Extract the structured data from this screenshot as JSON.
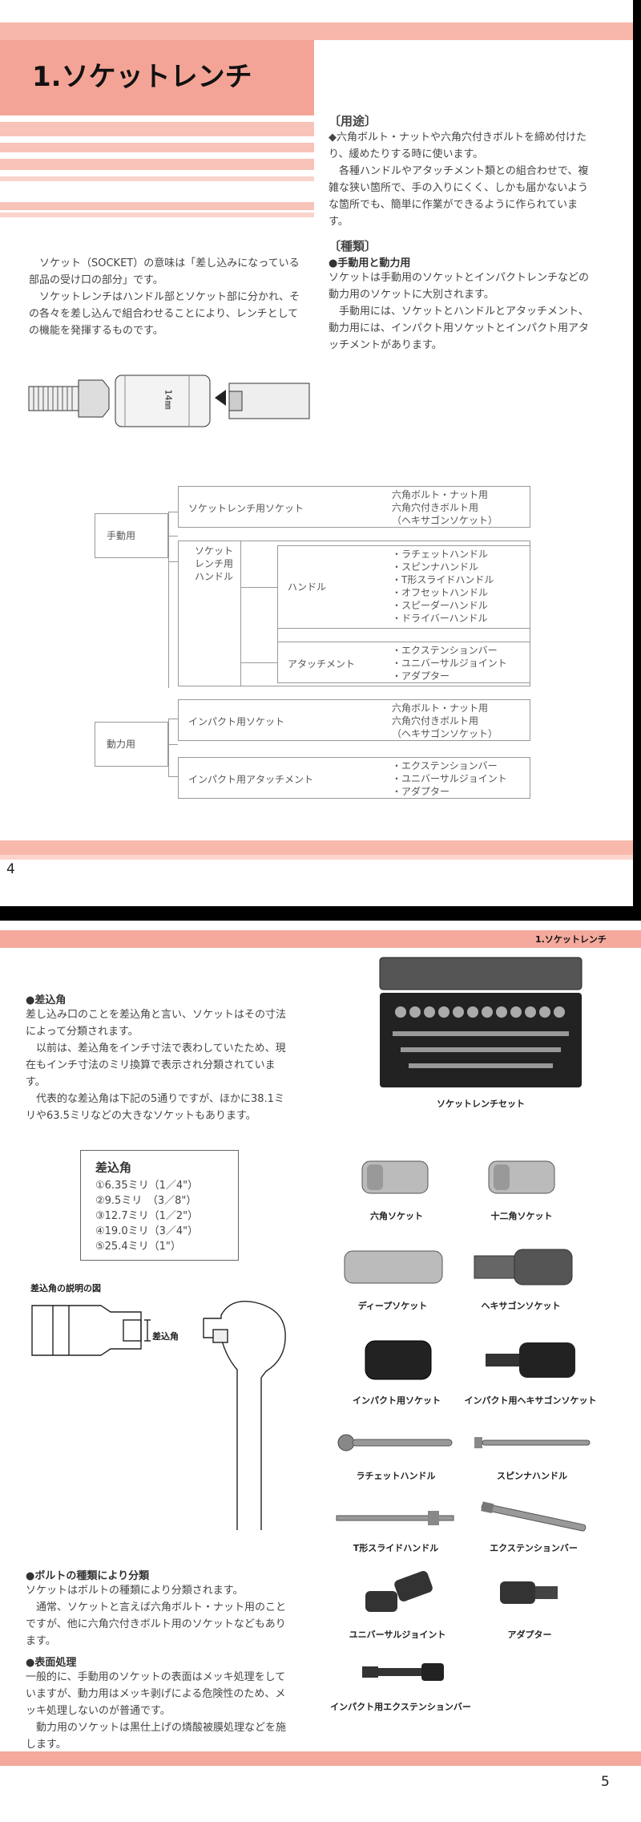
{
  "page4": {
    "title": "1.ソケットレンチ",
    "page_number": "4",
    "usage": {
      "heading": "〔用途〕",
      "p1": "◆六角ボルト・ナットや六角穴付きボルトを締め付けたり、緩めたりする時に使います。",
      "p2": "各種ハンドルやアタッチメント類との組合わせで、複雑な狭い箇所で、手の入りにくく、しかも届かないような箇所でも、簡単に作業ができるように作られています。"
    },
    "types": {
      "heading": "〔種類〕",
      "subheading": "●手動用と動力用",
      "p1": "ソケットは手動用のソケットとインパクトレンチなどの動力用のソケットに大別されます。",
      "p2": "手動用には、ソケットとハンドルとアタッチメント、動力用には、インパクト用ソケットとインパクト用アタッチメントがあります。"
    },
    "intro": {
      "p1": "ソケット（SOCKET）の意味は「差し込みになっている部品の受け口の部分」です。",
      "p2": "ソケットレンチはハンドル部とソケット部に分かれ、その各々を差し込んで組合わせることにより、レンチとしての機能を発揮するものです。"
    },
    "socket_label": "14㎜",
    "tree": {
      "manual": "手動用",
      "power": "動力用",
      "socket_for_wrench": "ソケットレンチ用ソケット",
      "socket_targets": [
        "六角ボルト・ナット用",
        "六角穴付きボルト用",
        "（ヘキサゴンソケット）"
      ],
      "wrench_handle": [
        "ソケット",
        "レンチ用",
        "ハンドル"
      ],
      "handle": "ハンドル",
      "handles": [
        "・ラチェットハンドル",
        "・スピンナハンドル",
        "・T形スライドハンドル",
        "・オフセットハンドル",
        "・スピーダーハンドル",
        "・ドライバーハンドル"
      ],
      "attachment": "アタッチメント",
      "attachments": [
        "・エクステンションバー",
        "・ユニバーサルジョイント",
        "・アダプター"
      ],
      "impact_socket": "インパクト用ソケット",
      "impact_socket_targets": [
        "六角ボルト・ナット用",
        "六角穴付きボルト用",
        "（ヘキサゴンソケット）"
      ],
      "impact_attachment": "インパクト用アタッチメント",
      "impact_attachments": [
        "・エクステンションバー",
        "・ユニバーサルジョイント",
        "・アダプター"
      ]
    }
  },
  "page5": {
    "header": "1.ソケットレンチ",
    "page_number": "5",
    "drive": {
      "heading": "●差込角",
      "p1": "差し込み口のことを差込角と言い、ソケットはその寸法によって分類されます。",
      "p2": "以前は、差込角をインチ寸法で表わしていたため、現在もインチ寸法のミリ換算で表示され分類されています。",
      "p3": "代表的な差込角は下記の5通りですが、ほかに38.1ミリや63.5ミリなどの大きなソケットもあります。"
    },
    "drive_box": {
      "title": "差込角",
      "items": [
        "①6.35ミリ（1／4\"）",
        "②9.5ミリ　（3／8\"）",
        "③12.7ミリ（1／2\"）",
        "④19.0ミリ（3／4\"）",
        "⑤25.4ミリ（1\"）"
      ]
    },
    "figure_caption": "差込角の説明の図",
    "figure_label": "差込角",
    "bolt": {
      "heading": "●ボルトの種類により分類",
      "p1": "ソケットはボルトの種類により分類されます。",
      "p2": "通常、ソケットと言えば六角ボルト・ナット用のことですが、他に六角穴付きボルト用のソケットなどもあります。"
    },
    "surface": {
      "heading": "●表面処理",
      "p1": "一般的に、手動用のソケットの表面はメッキ処理をしていますが、動力用はメッキ剥げによる危険性のため、メッキ処理しないのが普通です。",
      "p2": "動力用のソケットは黒仕上げの燐酸被膜処理などを施します。"
    },
    "captions": {
      "set": "ソケットレンチセット",
      "hex": "六角ソケット",
      "twelve": "十二角ソケット",
      "deep": "ディープソケット",
      "hexagon": "ヘキサゴンソケット",
      "impact": "インパクト用ソケット",
      "impact_hex": "インパクト用ヘキサゴンソケット",
      "ratchet": "ラチェットハンドル",
      "spinner": "スピンナハンドル",
      "tslide": "T形スライドハンドル",
      "extension": "エクステンションバー",
      "universal": "ユニバーサルジョイント",
      "adapter": "アダプター",
      "impact_ext": "インパクト用エクステンションバー"
    }
  }
}
